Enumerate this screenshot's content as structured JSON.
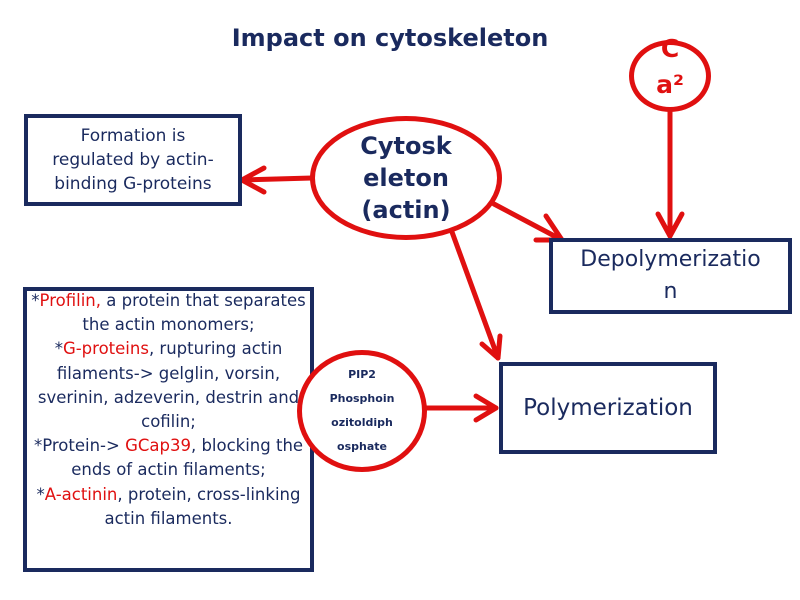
{
  "title": "Impact on cytoskeleton",
  "nodes": {
    "cytoskeleton": {
      "line1": "Cytosk",
      "line2": "eleton",
      "line3": "(actin)"
    },
    "ca": {
      "line1": "C",
      "line2": "a²"
    },
    "formation": {
      "line1": "Formation is",
      "line2": "regulated by actin-",
      "line3": "binding G-proteins"
    },
    "depolymerization": {
      "line1": "Depolymerizatio",
      "line2": "n"
    },
    "polymerization": "Polymerization",
    "pip2": {
      "line1": "PIP2",
      "line2": "Phosphoin",
      "line3": "ozitoldiph",
      "line4": "osphate"
    },
    "list": {
      "i1_star": "*",
      "i1_red": "Profilin,",
      "i1_rest": " a protein that separates the actin monomers;",
      "i2_star": "*",
      "i2_red": "G-proteins",
      "i2_rest": ", rupturing actin filaments-> gelglin, vorsin, sverinin, adzeverin, destrin and cofilin;",
      "i3_pre": "*Protein-> ",
      "i3_red": "GCap39",
      "i3_rest": ", blocking the ends of actin filaments;",
      "i4_star": "*",
      "i4_red": "A-actinin",
      "i4_rest": ", protein, cross-linking actin filaments."
    }
  },
  "colors": {
    "navy": "#1a2a5e",
    "red": "#e01010"
  }
}
